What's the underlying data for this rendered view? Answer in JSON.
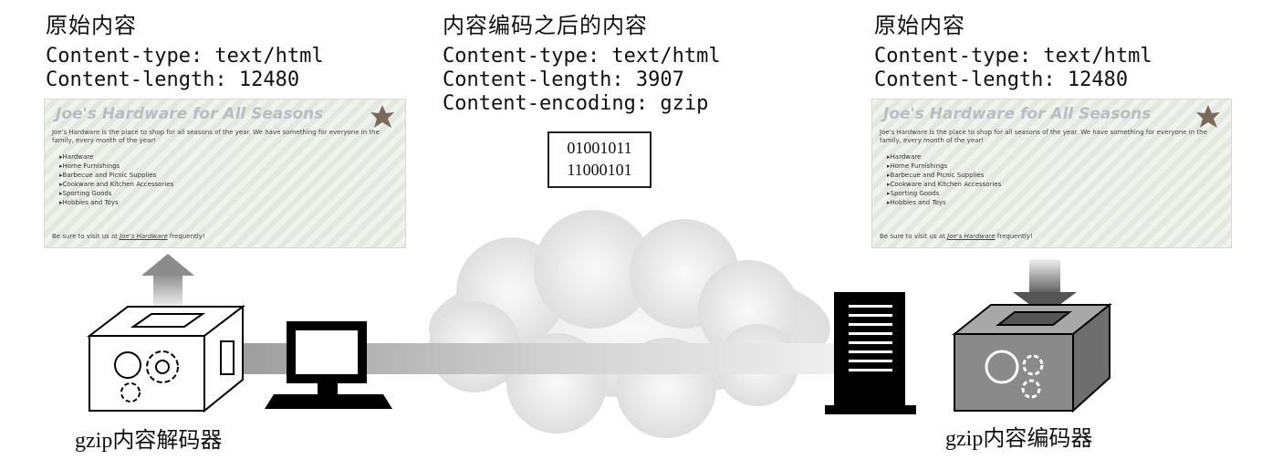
{
  "left": {
    "heading": "原始内容",
    "content_type": "Content-type: text/html",
    "content_length": "Content-length: 12480",
    "box_label": "gzip内容解码器"
  },
  "middle": {
    "heading": "内容编码之后的内容",
    "content_type": "Content-type: text/html",
    "content_length": "Content-length: 3907",
    "content_encoding": "Content-encoding: gzip",
    "binary_line1": "01001011",
    "binary_line2": "11000101"
  },
  "right": {
    "heading": "原始内容",
    "content_type": "Content-type: text/html",
    "content_length": "Content-length: 12480",
    "box_label": "gzip内容编码器"
  },
  "web_page": {
    "title": "Joe's Hardware for All Seasons",
    "intro": "Joe's Hardware is the place to shop for all seasons of the year. We have something for everyone in the family, every month of the year!",
    "items": [
      "Hardware",
      "Home Furnishings",
      "Barbecue and Picnic Supplies",
      "Cookware and Kitchen Accessories",
      "Sporting Goods",
      "Hobbies and Toys"
    ],
    "footer_prefix": "Be sure to visit us at ",
    "footer_link": "Joe's Hardware",
    "footer_suffix": " frequently!"
  },
  "colors": {
    "arrow_band": "#b0b0b0",
    "encoder_box": "#8a8a8a",
    "decoder_box": "#ffffff",
    "cloud": "#e6e6e6"
  }
}
